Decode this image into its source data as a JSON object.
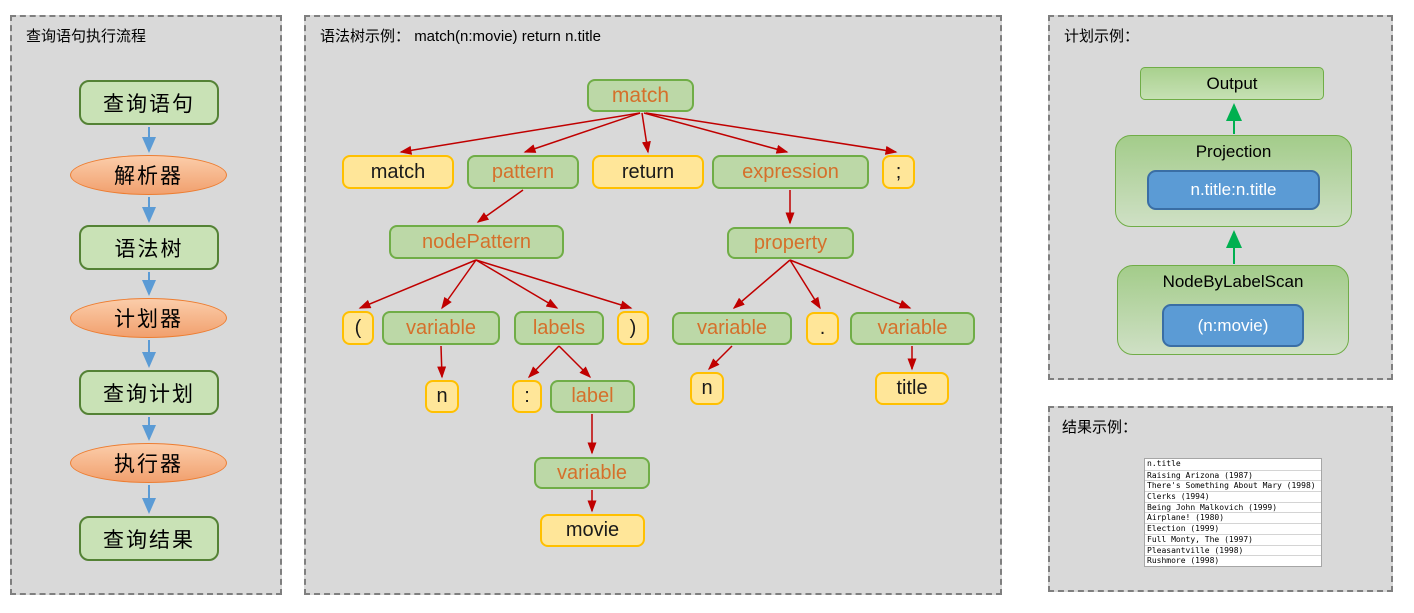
{
  "colors": {
    "panel_bg": "#d9d9d9",
    "panel_border": "#7f7f7f",
    "flow_box_green": "#c9e2b6",
    "flow_box_border": "#548235",
    "flow_ellipse_orange": "#f4a872",
    "flow_arrow_blue": "#5b9bd5",
    "tree_green_fill": "#bcd8a7",
    "tree_green_border": "#70ad47",
    "tree_yellow_fill": "#ffe699",
    "tree_yellow_border": "#ffc000",
    "tree_orange_text": "#d5702b",
    "tree_arrow_red": "#c00000",
    "plan_blue": "#5b9bd5",
    "plan_arrow_green": "#00b050"
  },
  "flow_panel": {
    "title": "查询语句执行流程",
    "steps": [
      {
        "label": "查询语句",
        "type": "box"
      },
      {
        "label": "解析器",
        "type": "ellipse"
      },
      {
        "label": "语法树",
        "type": "box"
      },
      {
        "label": "计划器",
        "type": "ellipse"
      },
      {
        "label": "查询计划",
        "type": "box"
      },
      {
        "label": "执行器",
        "type": "ellipse"
      },
      {
        "label": "查询结果",
        "type": "box"
      }
    ]
  },
  "tree_panel": {
    "title": "语法树示例：",
    "query": "match(n:movie) return n.title",
    "nodes": {
      "root": "match",
      "kw_match": "match",
      "pattern": "pattern",
      "kw_return": "return",
      "expression": "expression",
      "semicolon": ";",
      "nodePattern": "nodePattern",
      "property": "property",
      "lparen": "(",
      "variable1": "variable",
      "labels": "labels",
      "rparen": ")",
      "variable2": "variable",
      "dot": ".",
      "variable3": "variable",
      "n1": "n",
      "colon": ":",
      "label": "label",
      "n2": "n",
      "title_leaf": "title",
      "variable4": "variable",
      "movie": "movie"
    }
  },
  "plan_panel": {
    "title": "计划示例：",
    "output_label": "Output",
    "projection_label": "Projection",
    "projection_detail": "n.title:n.title",
    "scan_label": "NodeByLabelScan",
    "scan_detail": "(n:movie)"
  },
  "result_panel": {
    "title": "结果示例：",
    "rows": [
      "n.title",
      "Raising Arizona (1987)",
      "There's Something About Mary (1998)",
      "Clerks (1994)",
      "Being John Malkovich (1999)",
      "Airplane! (1980)",
      "Election (1999)",
      "Full Monty, The (1997)",
      "Pleasantville (1998)",
      "Rushmore (1998)"
    ]
  }
}
